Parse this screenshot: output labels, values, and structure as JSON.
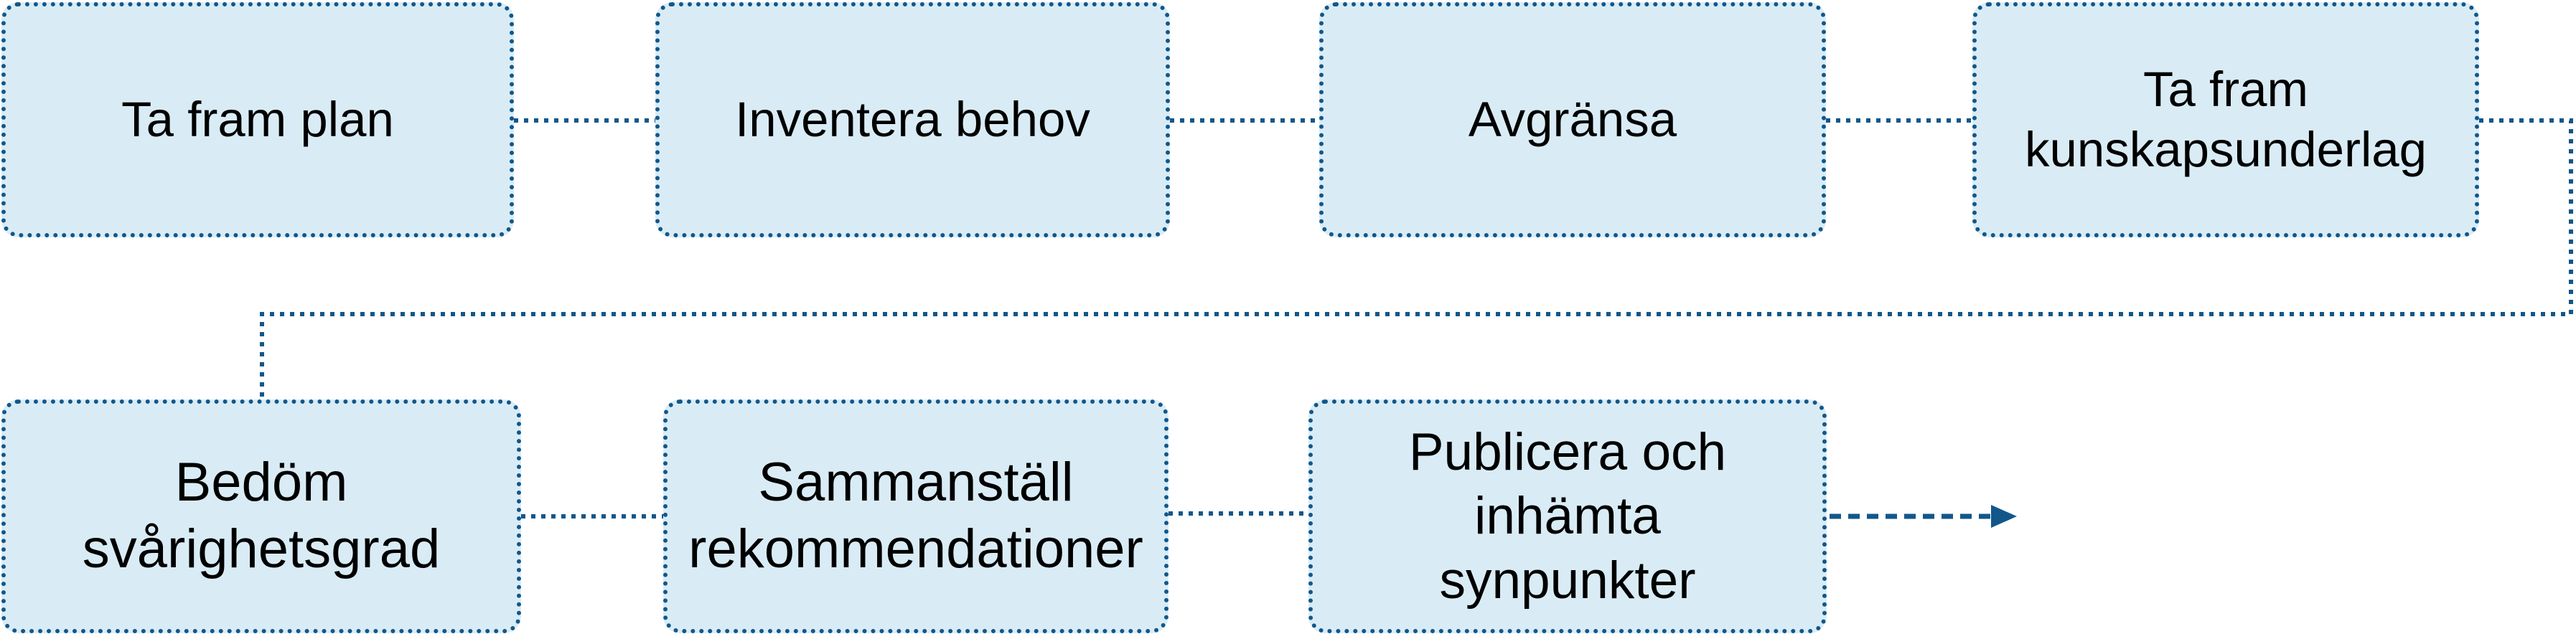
{
  "diagram": {
    "type": "process-flow",
    "language": "sv",
    "boxes": [
      {
        "id": "ta-fram-plan",
        "row": 1,
        "label": "Ta fram plan"
      },
      {
        "id": "inventera-behov",
        "row": 1,
        "label": "Inventera behov"
      },
      {
        "id": "avgransa",
        "row": 1,
        "label": "Avgränsa"
      },
      {
        "id": "ta-fram-kunskapsunderlag",
        "row": 1,
        "label": "Ta fram\nkunskapsunderlag"
      },
      {
        "id": "bedom-svarighetsgrad",
        "row": 2,
        "label": "Bedöm\nsvårighetsgrad"
      },
      {
        "id": "sammanstall-rekommendationer",
        "row": 2,
        "label": "Sammanställ\nrekommendationer"
      },
      {
        "id": "publicera-och-inhamta-synpunkter",
        "row": 2,
        "label": "Publicera och\ninhämta\nsynpunkter"
      }
    ],
    "flow_order": [
      "Ta fram plan",
      "Inventera behov",
      "Avgränsa",
      "Ta fram kunskapsunderlag",
      "Bedöm svårighetsgrad",
      "Sammanställ rekommendationer",
      "Publicera och inhämta synpunkter"
    ],
    "exit_arrow": true,
    "connector_style": "dotted",
    "colors": {
      "background": "#ffffff",
      "box_fill": "#d9ecf6",
      "box_border": "#12578a",
      "connector": "#12578a",
      "text": "#000000"
    }
  }
}
